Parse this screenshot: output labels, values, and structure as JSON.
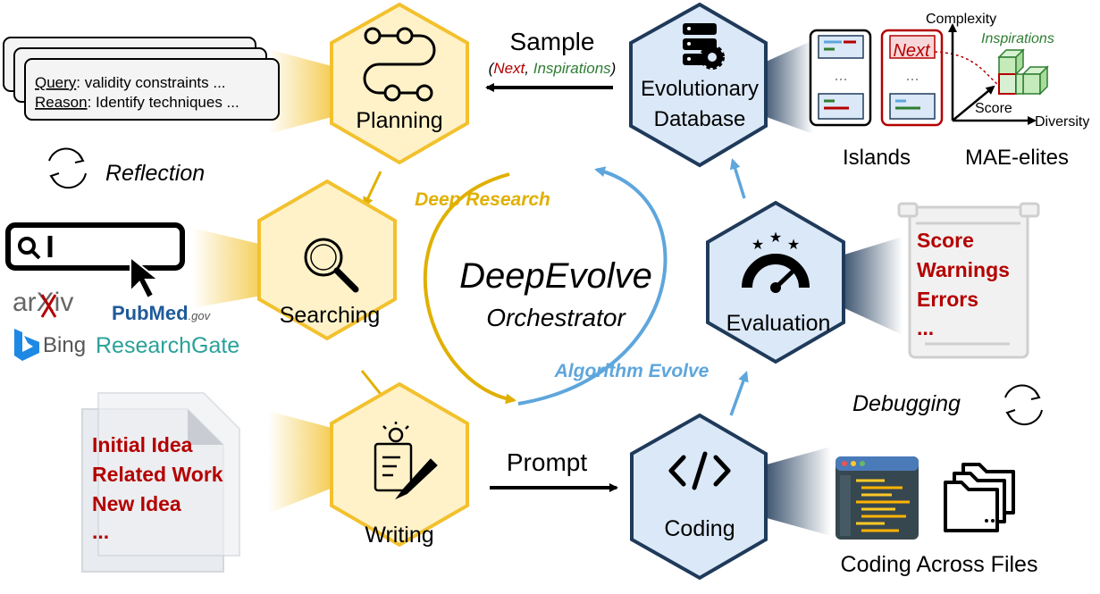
{
  "center": {
    "title": "DeepEvolve",
    "subtitle": "Orchestrator"
  },
  "cycles": {
    "deep_research": "Deep Research",
    "algorithm_evolve": "Algorithm Evolve"
  },
  "nodes": {
    "planning": "Planning",
    "searching": "Searching",
    "writing": "Writing",
    "coding": "Coding",
    "evaluation": "Evaluation",
    "database_line1": "Evolutionary",
    "database_line2": "Database"
  },
  "sample": {
    "label": "Sample",
    "open": "(",
    "next": "Next",
    "sep": ", ",
    "inspirations": "Inspirations",
    "close": ")"
  },
  "prompt": {
    "label": "Prompt"
  },
  "query_card": {
    "query_key": "Query",
    "query_val": ": validity constraints ...",
    "reason_key": "Reason",
    "reason_val": ": Identify techniques ..."
  },
  "reflection": "Reflection",
  "debugging": "Debugging",
  "sources": {
    "arxiv": "arXiv",
    "pubmed": "PubMed",
    "pubmed_gov": ".gov",
    "bing": "Bing",
    "researchgate": "ResearchGate"
  },
  "doc_items": [
    "Initial Idea",
    "Related Work",
    "New Idea",
    "..."
  ],
  "eval_items": [
    "Score",
    "Warnings",
    "Errors",
    "..."
  ],
  "db": {
    "islands": "Islands",
    "map_elites": "MAE-elites",
    "complexity": "Complexity",
    "diversity": "Diversity",
    "score": "Score",
    "inspirations": "Inspirations",
    "next": "Next",
    "ellipsis": "..."
  },
  "coding_files": "Coding Across Files",
  "colors": {
    "gold": "#f2c12e",
    "gold_dark": "#e0a800",
    "gold_fill": "#fff2c9",
    "blue": "#1f3a5a",
    "blue_fill": "#dbe8f7",
    "arrow_blue": "#5ea6dc",
    "red": "#b40000",
    "green": "#2e7d32"
  }
}
